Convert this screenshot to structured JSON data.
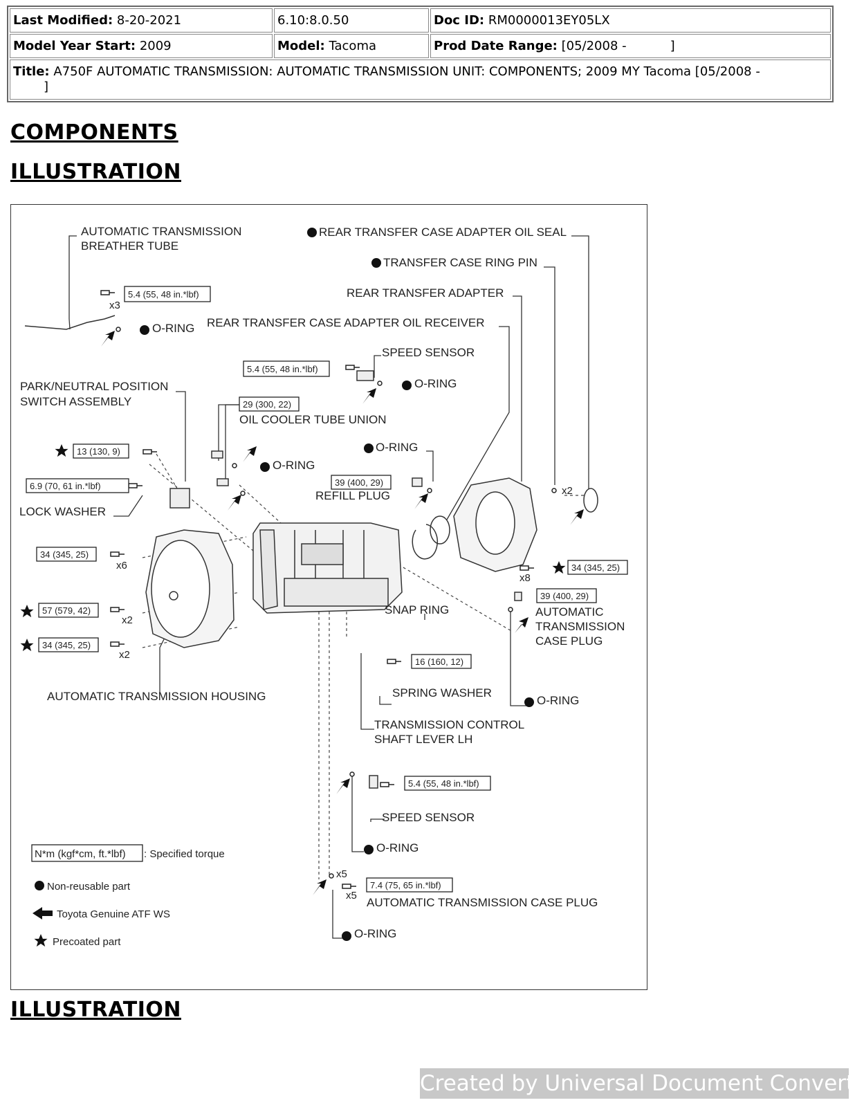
{
  "header": {
    "last_modified_label": "Last Modified:",
    "last_modified_value": "8-20-2021",
    "version": "6.10:8.0.50",
    "doc_id_label": "Doc ID:",
    "doc_id_value": "RM0000013EY05LX",
    "model_year_label": "Model Year Start:",
    "model_year_value": "2009",
    "model_label": "Model:",
    "model_value": "Tacoma",
    "prod_date_label": "Prod Date Range:",
    "prod_date_value": "[05/2008 -           ]",
    "title_label": "Title:",
    "title_value": "A750F AUTOMATIC TRANSMISSION: AUTOMATIC TRANSMISSION UNIT: COMPONENTS; 2009 MY Tacoma [05/2008 -",
    "title_cont": "]"
  },
  "headings": {
    "components": "COMPONENTS",
    "illustration_1": "ILLUSTRATION",
    "illustration_2": "ILLUSTRATION"
  },
  "diagram": {
    "labels": {
      "breather_tube_1": "AUTOMATIC TRANSMISSION",
      "breather_tube_2": "BREATHER TUBE",
      "rear_oil_seal": "REAR TRANSFER CASE ADAPTER OIL SEAL",
      "ring_pin": "TRANSFER CASE RING PIN",
      "rear_adapter": "REAR TRANSFER ADAPTER",
      "oil_receiver": "REAR TRANSFER CASE ADAPTER OIL RECEIVER",
      "speed_sensor_top": "SPEED SENSOR",
      "pnp_switch_1": "PARK/NEUTRAL POSITION",
      "pnp_switch_2": "SWITCH ASSEMBLY",
      "oil_cooler_union": "OIL COOLER TUBE UNION",
      "refill_plug": "REFILL PLUG",
      "lock_washer": "LOCK WASHER",
      "snap_ring": "SNAP RING",
      "case_plug_right_1": "AUTOMATIC",
      "case_plug_right_2": "TRANSMISSION",
      "case_plug_right_3": "CASE PLUG",
      "housing": "AUTOMATIC TRANSMISSION HOUSING",
      "spring_washer": "SPRING WASHER",
      "control_lever_1": "TRANSMISSION CONTROL",
      "control_lever_2": "SHAFT LEVER LH",
      "speed_sensor_bottom": "SPEED SENSOR",
      "case_plug_bottom": "AUTOMATIC TRANSMISSION CASE PLUG",
      "o_ring": "O-RING"
    },
    "torques": {
      "breather": "5.4 (55, 48 in.*lbf)",
      "speed_top": "5.4 (55, 48 in.*lbf)",
      "union": "29 (300, 22)",
      "pnp_13": "13 (130, 9)",
      "pnp_69": "6.9 (70, 61 in.*lbf)",
      "refill": "39 (400, 29)",
      "adapter_34": "34 (345, 25)",
      "housing_34_a": "34 (345, 25)",
      "housing_57": "57 (579, 42)",
      "housing_34_b": "34 (345, 25)",
      "case_plug_39": "39 (400, 29)",
      "lever_16": "16 (160, 12)",
      "speed_bottom": "5.4 (55, 48 in.*lbf)",
      "case_plug_74": "7.4 (75, 65 in.*lbf)"
    },
    "counts": {
      "x3": "x3",
      "x2": "x2",
      "x6": "x6",
      "x8": "x8",
      "x5": "x5"
    },
    "legend": {
      "torque_box": "N*m (kgf*cm, ft.*lbf)",
      "torque_text": ": Specified torque",
      "non_reusable": "Non-reusable part",
      "atf": "Toyota Genuine ATF WS",
      "precoated": "Precoated part"
    }
  },
  "footer": {
    "watermark": "Created by Universal Document Converter"
  }
}
